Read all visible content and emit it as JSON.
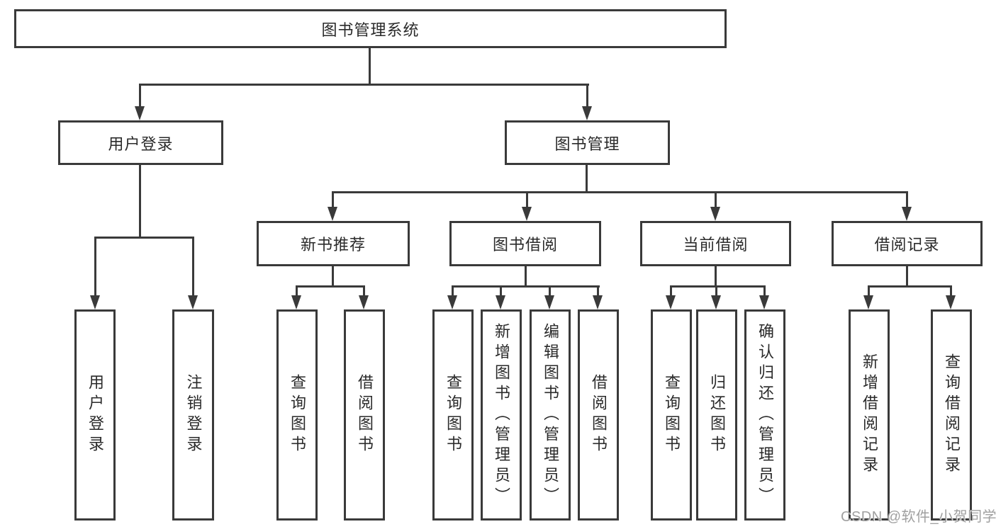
{
  "colors": {
    "line": "#3a3a3a",
    "text": "#2a2a2a",
    "box_background": "#ffffff",
    "page_background": "#ffffff",
    "watermark": "#a0a0a0"
  },
  "tree": {
    "root": {
      "label": "图书管理系统"
    },
    "login": {
      "label": "用户登录",
      "children": [
        {
          "label": "用户登录"
        },
        {
          "label": "注销登录"
        }
      ]
    },
    "mgmt": {
      "label": "图书管理",
      "children": [
        {
          "label": "新书推荐",
          "children": [
            {
              "label": "查询图书"
            },
            {
              "label": "借阅图书"
            }
          ]
        },
        {
          "label": "图书借阅",
          "children": [
            {
              "label": "查询图书"
            },
            {
              "label": "新增图书（管理员）"
            },
            {
              "label": "编辑图书（管理员）"
            },
            {
              "label": "借阅图书"
            }
          ]
        },
        {
          "label": "当前借阅",
          "children": [
            {
              "label": "查询图书"
            },
            {
              "label": "归还图书"
            },
            {
              "label": "确认归还（管理员）"
            }
          ]
        },
        {
          "label": "借阅记录",
          "children": [
            {
              "label": "新增借阅记录"
            },
            {
              "label": "查询借阅记录"
            }
          ]
        }
      ]
    }
  },
  "watermark": {
    "text": "CSDN @软件_小贺同学"
  }
}
